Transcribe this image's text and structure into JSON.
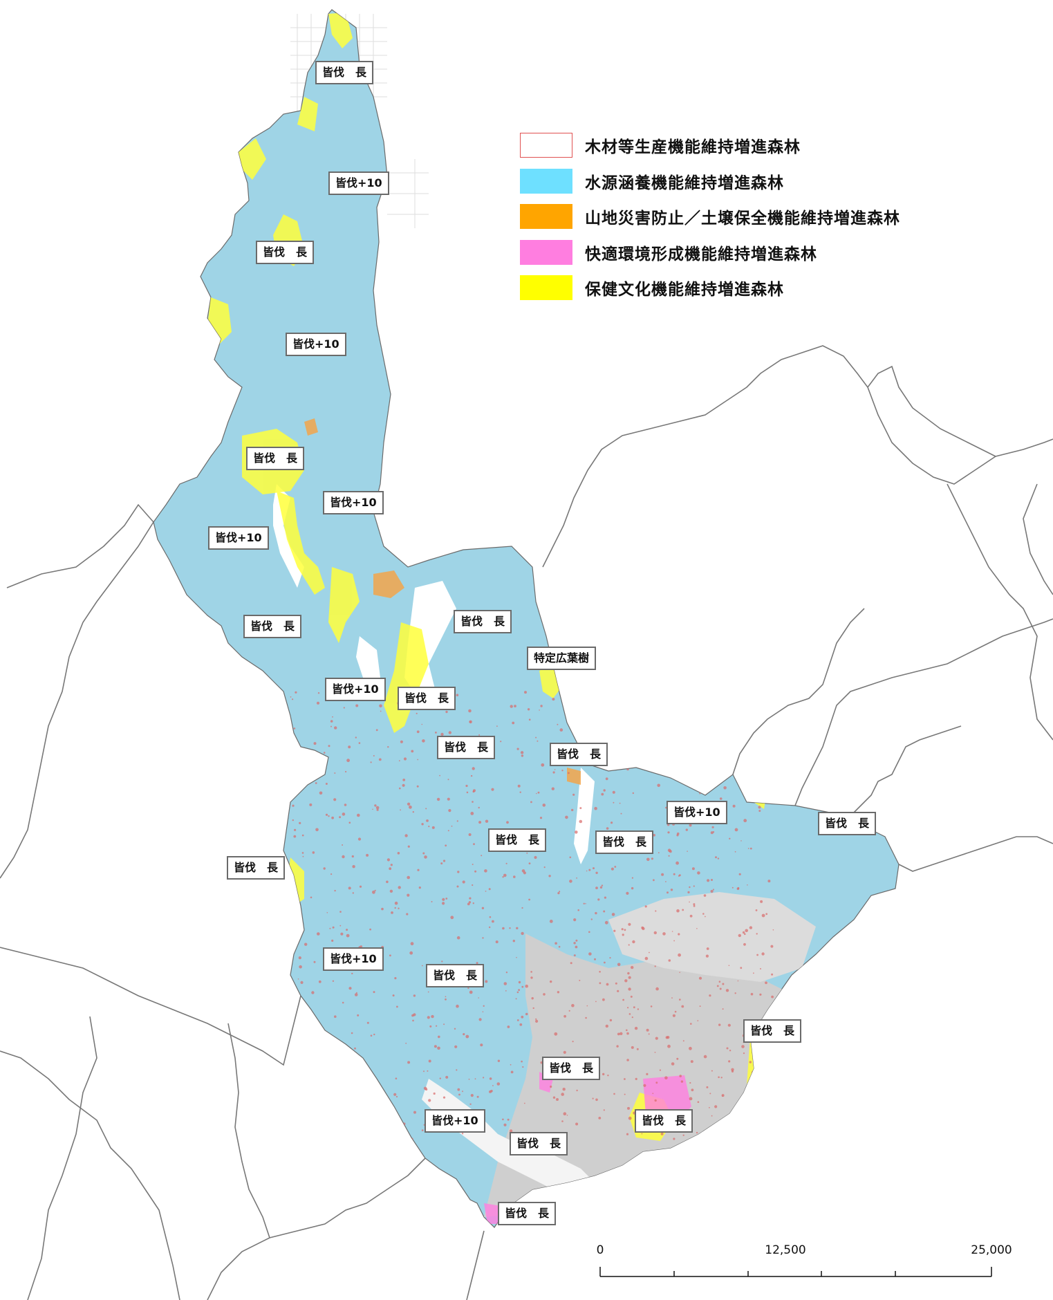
{
  "legend": {
    "items": [
      {
        "label": "木材等生産機能維持増進森林",
        "color": "#ffffff",
        "border": "#e05050"
      },
      {
        "label": "水源涵養機能維持増進森林",
        "color": "#6ee0ff"
      },
      {
        "label": "山地災害防止／土壌保全機能維持増進森林",
        "color": "#ffa500"
      },
      {
        "label": "快適環境形成機能維持増進森林",
        "color": "#ff7ee0"
      },
      {
        "label": "保健文化機能維持増進森林",
        "color": "#ffff00"
      }
    ]
  },
  "map_labels": [
    "皆伐　長",
    "皆伐+10",
    "皆伐　長",
    "皆伐+10",
    "皆伐　長",
    "皆伐+10",
    "皆伐+10",
    "皆伐　長",
    "皆伐　長",
    "特定広葉樹",
    "皆伐+10",
    "皆伐　長",
    "皆伐　長",
    "皆伐　長",
    "皆伐+10",
    "皆伐　長",
    "皆伐　長",
    "皆伐　長",
    "皆伐　長",
    "皆伐+10",
    "皆伐　長",
    "皆伐　長",
    "皆伐　長",
    "皆伐+10",
    "皆伐　長",
    "皆伐　長",
    "皆伐　長"
  ],
  "scale_bar": {
    "ticks": [
      "0",
      "12,500",
      "25,000"
    ]
  },
  "colors": {
    "forest_blue": "#9fd4e6",
    "urban_gray": "#cfcfcf",
    "boundary": "#6a6a6a",
    "timber_dots": "#d86a6a"
  }
}
